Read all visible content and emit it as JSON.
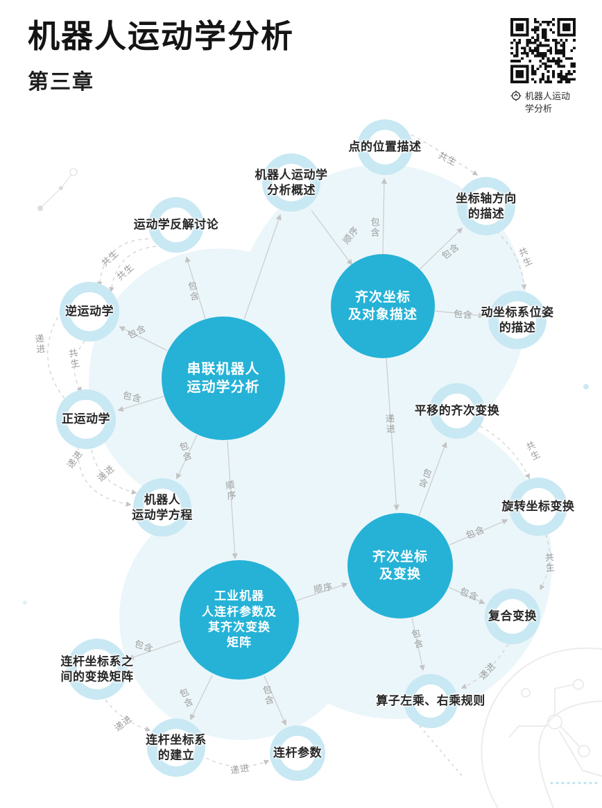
{
  "header": {
    "title": "机器人运动学分析",
    "subtitle": "第三章",
    "brand_label": "机器人运动\n学分析"
  },
  "colors": {
    "hub_fill": "#25b2d6",
    "ring": "#c8e8f3",
    "edge": "#cecece",
    "edge_label": "#9c9c9c"
  },
  "hubs": [
    {
      "label": "齐次坐标\n及对象描述"
    },
    {
      "label": "串联机器人\n运动学分析"
    },
    {
      "label": "齐次坐标\n及变换"
    },
    {
      "label": "工业机器\n人连杆参数及\n其齐次变换\n矩阵"
    }
  ],
  "satellites": [
    {
      "label": "点的位置描述"
    },
    {
      "label": "机器人运动学\n分析概述"
    },
    {
      "label": "坐标轴方向\n的描述"
    },
    {
      "label": "动坐标系位姿\n的描述"
    },
    {
      "label": "运动学反解讨论"
    },
    {
      "label": "逆运动学"
    },
    {
      "label": "正运动学"
    },
    {
      "label": "机器人\n运动学方程"
    },
    {
      "label": "平移的齐次变换"
    },
    {
      "label": "旋转坐标变换"
    },
    {
      "label": "复合变换"
    },
    {
      "label": "算子左乘、右乘规则"
    },
    {
      "label": "连杆坐标系之\n间的变换矩阵"
    },
    {
      "label": "连杆坐标系\n的建立"
    },
    {
      "label": "连杆参数"
    }
  ],
  "edge_labels": [
    {
      "text": "顺序"
    },
    {
      "text": "包含"
    },
    {
      "text": "包含"
    },
    {
      "text": "包含"
    },
    {
      "text": "共生"
    },
    {
      "text": "共生"
    },
    {
      "text": "包含"
    },
    {
      "text": "包含"
    },
    {
      "text": "包含"
    },
    {
      "text": "包含"
    },
    {
      "text": "共生"
    },
    {
      "text": "共生"
    },
    {
      "text": "递进"
    },
    {
      "text": "共生"
    },
    {
      "text": "递进"
    },
    {
      "text": "递进"
    },
    {
      "text": "递进"
    },
    {
      "text": "顺序"
    },
    {
      "text": "包含"
    },
    {
      "text": "包含"
    },
    {
      "text": "包含"
    },
    {
      "text": "包含"
    },
    {
      "text": "共生"
    },
    {
      "text": "共生"
    },
    {
      "text": "递进"
    },
    {
      "text": "顺序"
    },
    {
      "text": "包含"
    },
    {
      "text": "包含"
    },
    {
      "text": "包含"
    },
    {
      "text": "递进"
    },
    {
      "text": "递进"
    }
  ]
}
